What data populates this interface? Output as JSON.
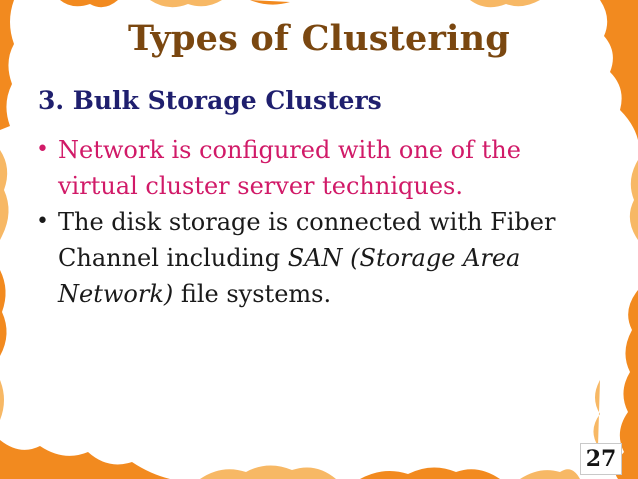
{
  "slide": {
    "title": "Types of Clustering",
    "subtitle": "3. Bulk Storage Clusters",
    "bullets": [
      {
        "text": "Network is configured with one of the virtual cluster server techniques."
      },
      {
        "text_before": "The disk storage is connected with Fiber Channel including ",
        "text_italic": "SAN (Storage Area Network)",
        "text_after": " file systems."
      }
    ],
    "page_number": "27"
  },
  "colors": {
    "title": "#7a4710",
    "subtitle": "#1f1f6e",
    "bullet_1": "#d11a68",
    "bullet_2": "#1a1a1a",
    "art_orange": "#f28a1f",
    "art_light_orange": "#f7b865"
  }
}
